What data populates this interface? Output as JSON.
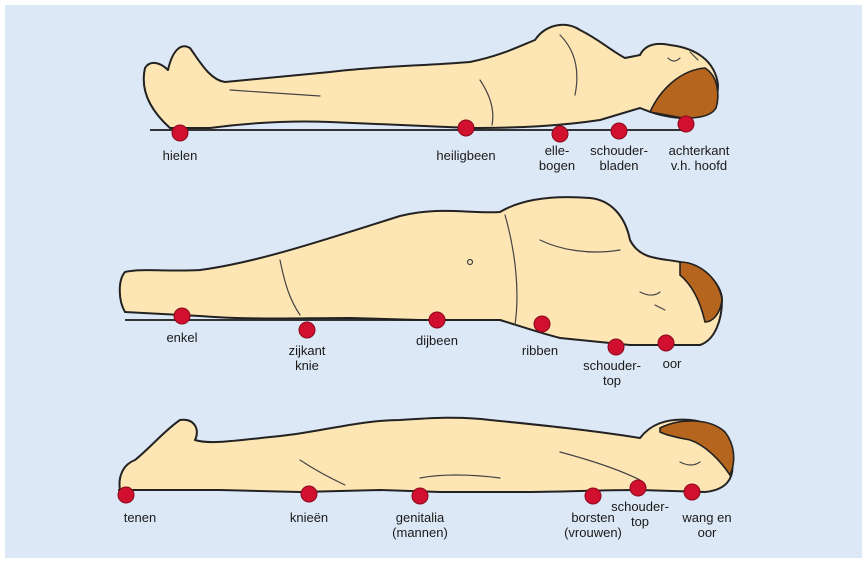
{
  "colors": {
    "background": "#dde8f6",
    "skin": "#fde6b4",
    "hair": "#b5651d",
    "pressure_point": "#d0102e"
  },
  "figures": [
    {
      "name": "supine",
      "points": [
        {
          "id": "heels",
          "label": "hielen"
        },
        {
          "id": "sacrum",
          "label": "heiligbeen"
        },
        {
          "id": "elbows",
          "label": "elle-\nbogen"
        },
        {
          "id": "shoulder-blades",
          "label": "schouder-\nbladen"
        },
        {
          "id": "back-of-head",
          "label": "achterkant\nv.h. hoofd"
        }
      ]
    },
    {
      "name": "side-lying",
      "points": [
        {
          "id": "ankle",
          "label": "enkel"
        },
        {
          "id": "side-knee",
          "label": "zijkant\nknie"
        },
        {
          "id": "thigh",
          "label": "dijbeen"
        },
        {
          "id": "ribs",
          "label": "ribben"
        },
        {
          "id": "shoulder-top",
          "label": "schouder-\ntop"
        },
        {
          "id": "ear",
          "label": "oor"
        }
      ]
    },
    {
      "name": "prone",
      "points": [
        {
          "id": "toes",
          "label": "tenen"
        },
        {
          "id": "knees",
          "label": "knieën"
        },
        {
          "id": "genitalia",
          "label": "genitalia\n(mannen)"
        },
        {
          "id": "breasts",
          "label": "borsten\n(vrouwen)"
        },
        {
          "id": "shoulder-top",
          "label": "schouder-\ntop"
        },
        {
          "id": "cheek-ear",
          "label": "wang en\noor"
        }
      ]
    }
  ]
}
